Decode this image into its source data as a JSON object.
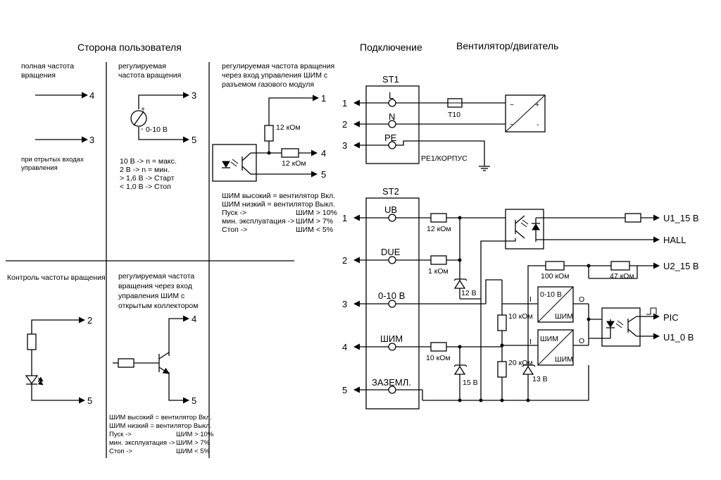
{
  "headers": {
    "user_side": "Сторона пользователя",
    "connection": "Подключение",
    "fan_motor": "Вентилятор/двигатель"
  },
  "panel1": {
    "line1": "полная частота",
    "line2": "вращения",
    "note1": "при отрытых входах",
    "note2": "управления",
    "pin_a": "4",
    "pin_b": "3"
  },
  "panel2": {
    "line1": "регулируемая",
    "line2": "частота вращения",
    "source_label": "0-10 В",
    "plus": "+",
    "minus": "-",
    "pin_a": "3",
    "pin_b": "5",
    "table": [
      "10 В -> n = макс.",
      "2 В -> n = мин.",
      "> 1,6 В -> Старт",
      "< 1,0 В -> Стоп"
    ]
  },
  "panel3": {
    "line1": "регулируемая частота вращения",
    "line2": "через вход управления ШИМ с",
    "line3": "разъемом газового модуля",
    "r1": "12 кОм",
    "r2": "12 кОм",
    "pin_a": "1",
    "pin_b": "4",
    "pin_c": "5",
    "pwm_high": "ШИМ высокий = вентилятор Вкл.",
    "pwm_low": "ШИМ низкий = вентилятор Выкл.",
    "rows": [
      {
        "label": "Пуск ->",
        "value": "ШИМ > 10%"
      },
      {
        "label": "мин. эксплуатация ->",
        "value": "ШИМ > 7%"
      },
      {
        "label": "Стоп ->",
        "value": "ШИМ < 5%"
      }
    ]
  },
  "panel4": {
    "title": "Контроль частоты вращения",
    "pin_a": "2",
    "pin_b": "5"
  },
  "panel5": {
    "line1": "регулируемая частота",
    "line2": "вращения через вход",
    "line3": "управления ШИМ с",
    "line4": "открытым коллектором",
    "pin_a": "4",
    "pin_b": "5",
    "pwm_high": "ШИМ высокий = вентилятор Вкл.",
    "pwm_low": "ШИМ низкий = вентилятор Выкл.",
    "rows": [
      {
        "label": "Пуск ->",
        "value": "ШИМ > 10%"
      },
      {
        "label": "мин. эксплуатация ->",
        "value": "ШИМ > 7%"
      },
      {
        "label": "Стоп ->",
        "value": "ШИМ < 5%"
      }
    ]
  },
  "st1": {
    "title": "ST1",
    "pins": [
      "L",
      "N",
      "PE"
    ],
    "numbers": [
      "1",
      "2",
      "3"
    ],
    "fuse": "T10",
    "ground_label": "PE1/КОРПУС",
    "supply_tilde": "~",
    "supply_plus": "+",
    "supply_minus": "-"
  },
  "st2": {
    "title": "ST2",
    "pins": [
      "UB",
      "DUE",
      "0-10 В",
      "ШИМ",
      "ЗАЗЕМЛ."
    ],
    "numbers": [
      "1",
      "2",
      "3",
      "4",
      "5"
    ],
    "r_ub": "12 кОм",
    "r_due": "1 кОм",
    "r_pwm": "10 кОм",
    "z_due": "12 В",
    "z_pwm": "15 В",
    "r_100": "100 кОм",
    "r_47": "47 кОм",
    "r_10v": "10 кОм",
    "r_20": "20 кОм",
    "z_13": "13 В",
    "conv1_in": "0-10 В",
    "conv1_out": "ШИМ",
    "conv2_in": "ШИМ",
    "conv2_out": "ШИМ",
    "io_i": "I",
    "io_o": "O",
    "out_u1_15": "U1_15 В",
    "out_hall": "HALL",
    "out_u2_15": "U2_15 В",
    "out_pic": "PIC",
    "out_u1_0": "U1_0 В"
  }
}
